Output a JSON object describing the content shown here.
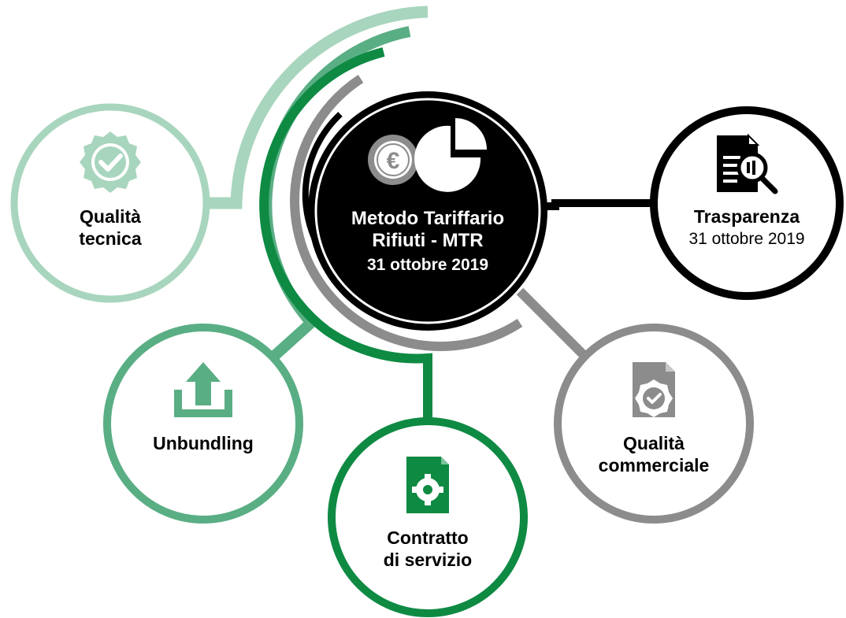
{
  "center": {
    "title_line1": "Metodo Tariffario",
    "title_line2": "Rifiuti - MTR",
    "date": "31 ottobre 2019",
    "icons": [
      "euro-coin-icon",
      "pie-chart-icon"
    ]
  },
  "nodes": {
    "qualita_tecnica": {
      "line1": "Qualità",
      "line2": "tecnica",
      "icon": "badge-check-icon",
      "color": "#a8d5bd"
    },
    "unbundling": {
      "line1": "Unbundling",
      "icon": "upload-icon",
      "color": "#5aae84"
    },
    "contratto": {
      "line1": "Contratto",
      "line2": "di servizio",
      "icon": "document-gear-icon",
      "color": "#0e8a43"
    },
    "qualita_commerciale": {
      "line1": "Qualità",
      "line2": "commerciale",
      "icon": "document-badge-icon",
      "color": "#8c8c8c"
    },
    "trasparenza": {
      "line1": "Trasparenza",
      "line2": "31 ottobre 2019",
      "icon": "document-search-icon",
      "color": "#000000"
    }
  }
}
